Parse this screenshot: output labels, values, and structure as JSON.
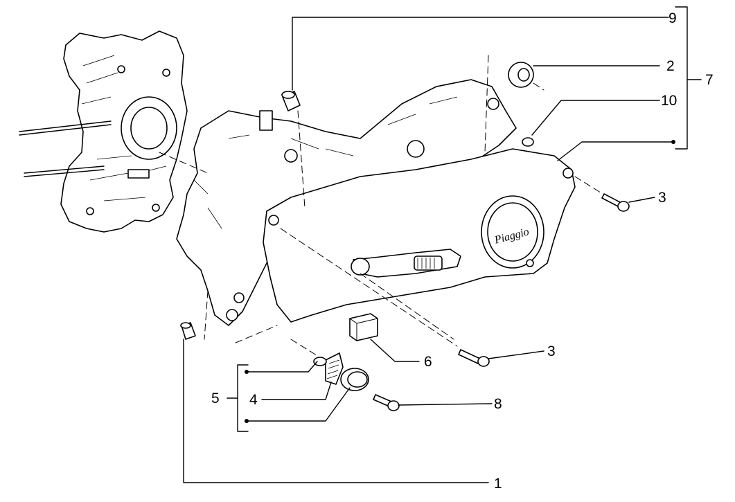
{
  "callouts": {
    "c1": "1",
    "c2": "2",
    "c3a": "3",
    "c3b": "3",
    "c4": "4",
    "c5": "5",
    "c6": "6",
    "c7": "7",
    "c8": "8",
    "c9": "9",
    "c10": "10"
  },
  "cover_logo": "Piaggio"
}
